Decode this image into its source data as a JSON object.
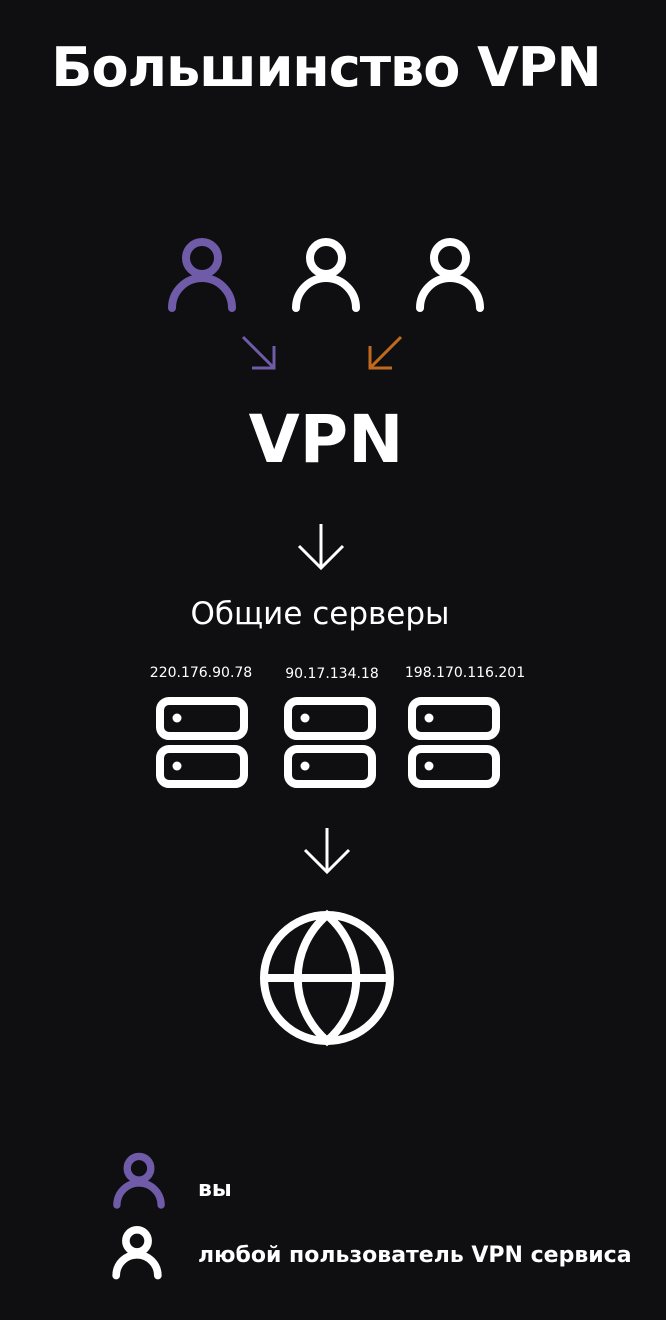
{
  "title": "Большинство VPN",
  "vpn_label": "VPN",
  "shared_servers_label": "Общие серверы",
  "server_ips": [
    "220.176.90.78",
    "90.17.134.18",
    "198.170.116.201"
  ],
  "legend": {
    "you": "вы",
    "any_user": "любой пользователь VPN сервиса"
  },
  "colors": {
    "background": "#0f0f11",
    "you": "#6f5ba7",
    "other_user": "#ffffff",
    "arrow_you": "#6f5ba7",
    "arrow_other": "#c06a1e"
  },
  "icons": [
    "user-icon",
    "arrow-down-right-icon",
    "arrow-down-left-icon",
    "arrow-down-icon",
    "server-icon",
    "globe-icon"
  ]
}
